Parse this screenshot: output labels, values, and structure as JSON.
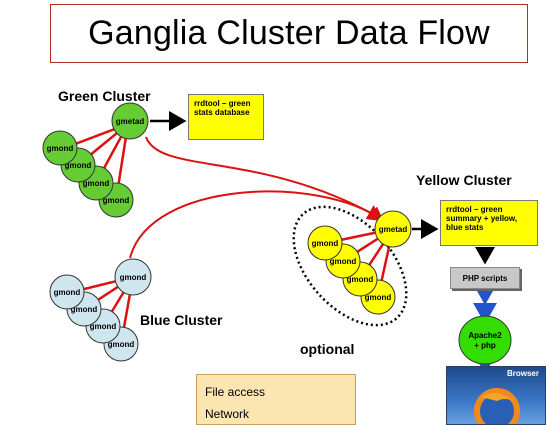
{
  "title": "Ganglia Cluster Data Flow",
  "clusters": {
    "green": {
      "label": "Green Cluster",
      "gmetad": "gmetad",
      "gmonds": [
        "gmond",
        "gmond",
        "gmond",
        "gmond"
      ],
      "note": "rrdtool – green stats database",
      "color": "#66cc33"
    },
    "blue": {
      "label": "Blue Cluster",
      "gmonds": [
        "gmond",
        "gmond",
        "gmond",
        "gmond",
        "gmond"
      ],
      "color": "#cfe6ee"
    },
    "yellow": {
      "label": "Yellow Cluster",
      "gmetad": "gmetad",
      "gmonds": [
        "gmond",
        "gmond",
        "gmond",
        "gmond"
      ],
      "note": "rrdtool – green summary + yellow, blue stats",
      "color": "#ffff00"
    }
  },
  "optional_label": "optional",
  "php_scripts": "PHP scripts",
  "apache": "Apache2 + php",
  "browser": "Browser",
  "legend": {
    "file_access": "File access",
    "network": "Network"
  },
  "colors": {
    "network_line": "#dd1111",
    "file_line": "#000000",
    "blue_arrow": "#2255cc",
    "apache": "#33dd00",
    "title_border": "#b03030"
  }
}
